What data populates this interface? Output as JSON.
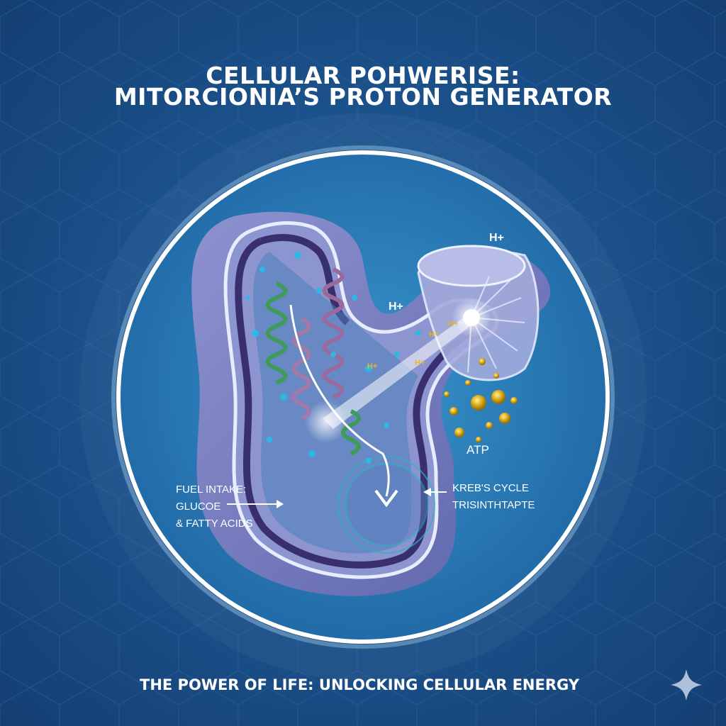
{
  "title": {
    "line1": "CELLULAR POHWERISE:",
    "line2": "MITORCIONIA’S PROTON GENERATOR"
  },
  "labels": {
    "h_plus_top": "H+",
    "h_plus_left": "H+",
    "h_plus_small": "H+",
    "atp": "ATP",
    "fuel_line1": "FUEL INTAKE:",
    "fuel_line2": "GLUCOE",
    "fuel_line3": "& FATTY ACIDS",
    "krebs_line1": "KREB'S CYCLE",
    "krebs_line2": "TRISINTHTAPTE"
  },
  "footer": {
    "tagline": "THE POWER OF LIFE: UNLOCKING CELLULAR ENERGY"
  },
  "colors": {
    "background": "#17487f",
    "circle_fill": "#2a79b6",
    "membrane": "#3a2f6e",
    "atp_gold": "#e2b21e",
    "helix_green": "#3f9a5c",
    "helix_pink": "#9a6a9e"
  },
  "icons": [
    "sparkle-icon"
  ]
}
